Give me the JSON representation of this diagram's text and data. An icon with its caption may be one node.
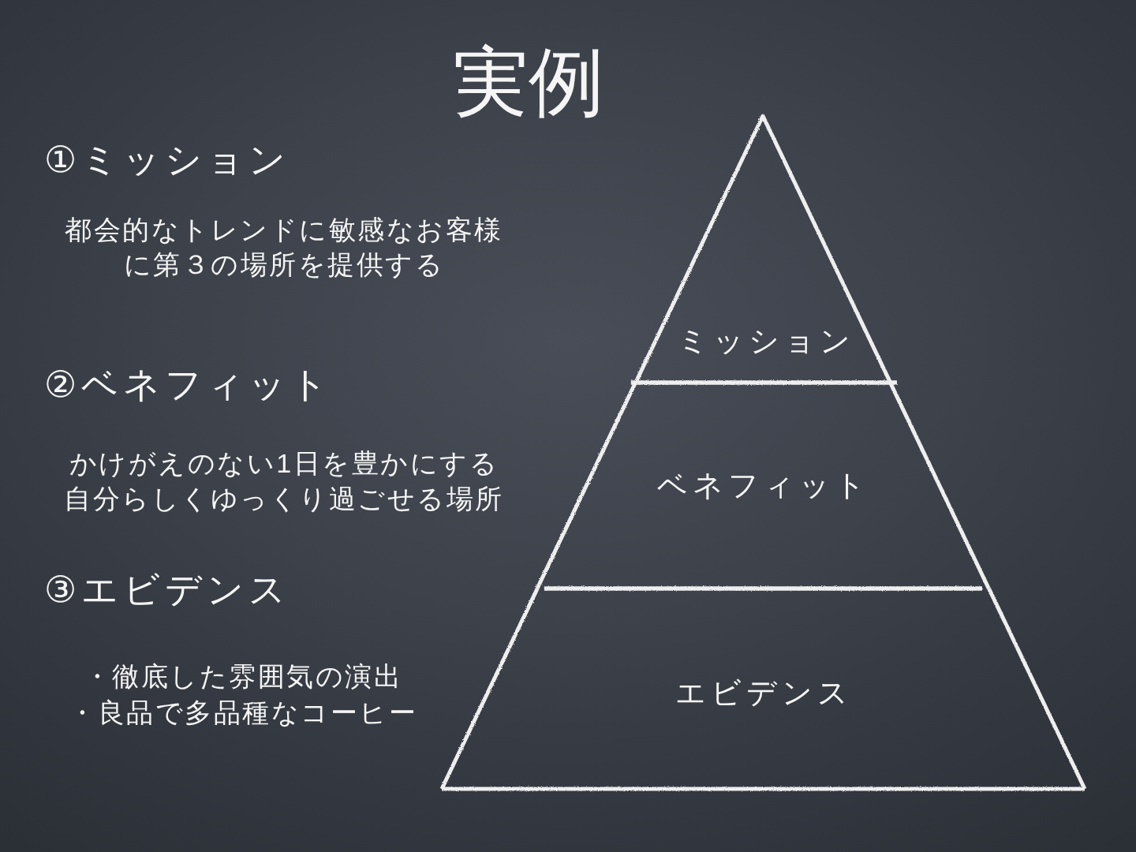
{
  "diagram": {
    "title": "実例",
    "nodes": [
      {
        "text": [
          "ミッション"
        ]
      },
      {
        "text": [
          "ベネフィット"
        ]
      },
      {
        "text": [
          "エビデンス"
        ]
      }
    ],
    "labels": [
      "①ミッション",
      "都会的なトレンドに敏感なお客様に第３の場所を提供する",
      "②ベネフィット",
      "かけがえのない1日を豊かにする自分らしくゆっくり過ごせる場所",
      "③エビデンス",
      "・徹底した雰囲気の演出",
      "・良品で多品種なコーヒー"
    ]
  }
}
